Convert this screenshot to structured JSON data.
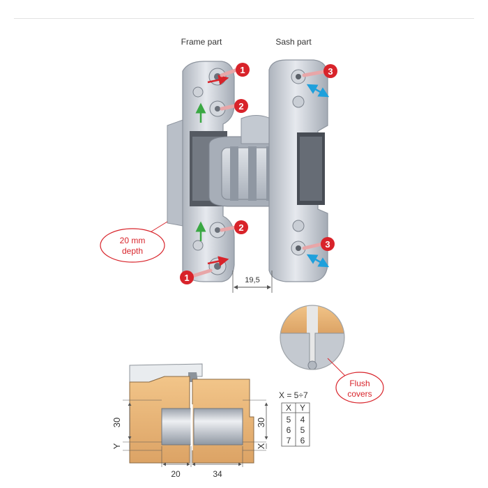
{
  "headings": {
    "frame_part": "Frame part",
    "sash_part": "Sash part"
  },
  "markers": [
    {
      "num": "1"
    },
    {
      "num": "2"
    },
    {
      "num": "3"
    },
    {
      "num": "2"
    },
    {
      "num": "3"
    },
    {
      "num": "1"
    }
  ],
  "callouts": {
    "depth_line1": "20 mm",
    "depth_line2": "depth",
    "flush_line1": "Flush",
    "flush_line2": "covers"
  },
  "dimensions": {
    "gap": "19,5",
    "width_frame": "20",
    "width_sash": "34",
    "left_height": "30",
    "right_height": "30",
    "left_offset": "Y",
    "right_offset": "X"
  },
  "xy_table": {
    "formula": "X = 5÷7",
    "header": [
      "X",
      "Y"
    ],
    "rows": [
      [
        "5",
        "4"
      ],
      [
        "6",
        "5"
      ],
      [
        "7",
        "6"
      ]
    ]
  },
  "colors": {
    "marker_red": "#d8232a",
    "arrow_blue": "#1ea0dc",
    "arrow_green": "#3aa843",
    "wood": "#e9b574",
    "metal": "#c9ced6"
  }
}
